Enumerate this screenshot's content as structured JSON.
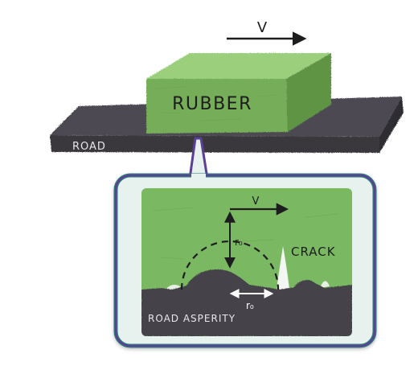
{
  "labels": {
    "velocity_top": "V",
    "rubber": "RUBBER",
    "road": "ROAD",
    "velocity_inset": "V",
    "radius_vertical": "r₀",
    "crack": "CRACK",
    "radius_horizontal": "r₀",
    "road_asperity": "ROAD ASPERITY"
  },
  "colors": {
    "rubber_top": "#9bcf7c",
    "rubber_front": "#74ad58",
    "rubber_side": "#5e9445",
    "road_top": "#4d4a52",
    "road_front": "#3a373e",
    "road_text": "#e8e6ea",
    "inset_frame": "#5b3f95",
    "inset_frame_outer": "#2f7f79",
    "inset_bg": "#e7f2ef",
    "inset_rubber": "#7ab862",
    "asperity": "#45424a",
    "crack": "#f3f7f2",
    "ink": "#1d1d1f"
  }
}
